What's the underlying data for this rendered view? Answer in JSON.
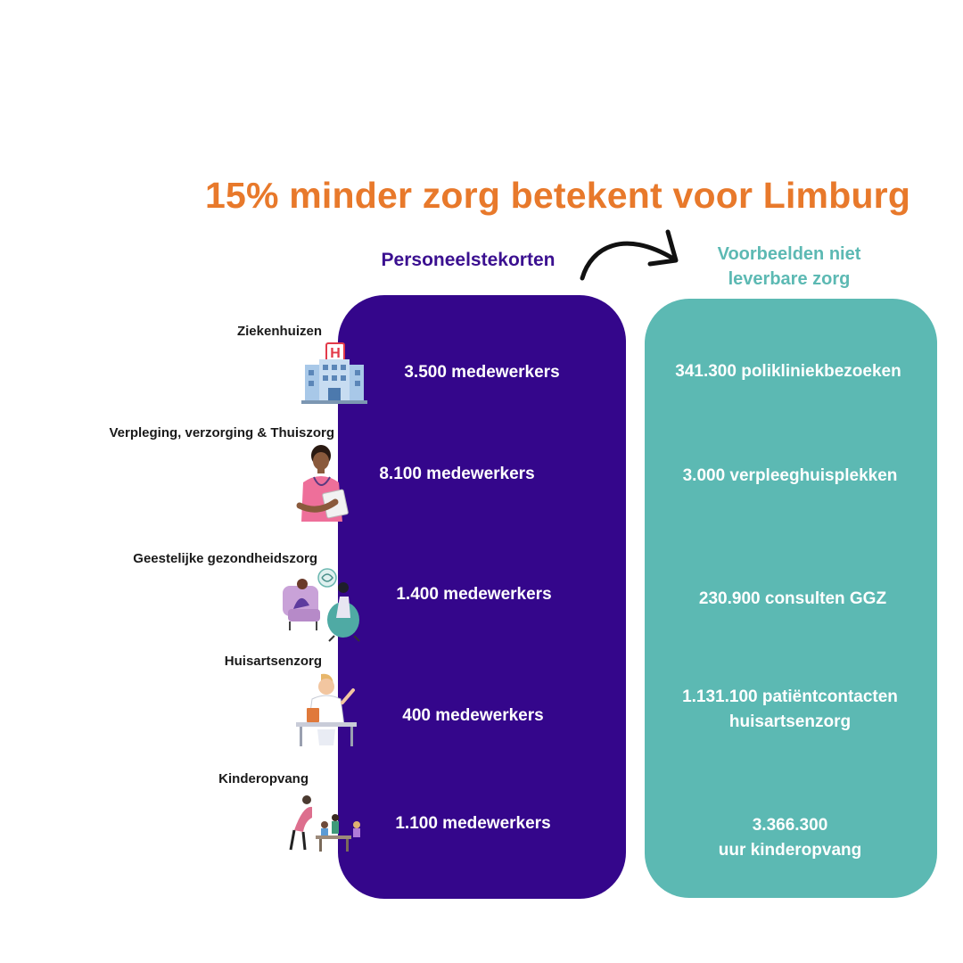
{
  "title": "15% minder zorg betekent voor Limburg",
  "columns": {
    "left_heading": "Personeelstekorten",
    "right_heading_line1": "Voorbeelden niet",
    "right_heading_line2": "leverbare zorg"
  },
  "categories": [
    {
      "label": "Ziekenhuizen",
      "icon": "hospital-icon",
      "staff": "3.500 medewerkers",
      "care_line1": "341.300 polikliniekbezoeken",
      "care_line2": ""
    },
    {
      "label": "Verpleging, verzorging & Thuiszorg",
      "icon": "nurse-icon",
      "staff": "8.100 medewerkers",
      "care_line1": "3.000 verpleeghuisplekken",
      "care_line2": ""
    },
    {
      "label": "Geestelijke gezondheidszorg",
      "icon": "therapy-session-icon",
      "staff": "1.400 medewerkers",
      "care_line1": "230.900 consulten GGZ",
      "care_line2": ""
    },
    {
      "label": "Huisartsenzorg",
      "icon": "doctor-icon",
      "staff": "400 medewerkers",
      "care_line1": "1.131.100 patiëntcontacten",
      "care_line2": "huisartsenzorg"
    },
    {
      "label": "Kinderopvang",
      "icon": "childcare-icon",
      "staff": "1.100 medewerkers",
      "care_line1": "3.366.300",
      "care_line2": "uur kinderopvang"
    }
  ],
  "colors": {
    "title": "#e8792b",
    "left_panel": "#34068b",
    "right_panel": "#5cb9b3",
    "left_heading": "#3b1090",
    "right_heading": "#5cb9b3"
  }
}
